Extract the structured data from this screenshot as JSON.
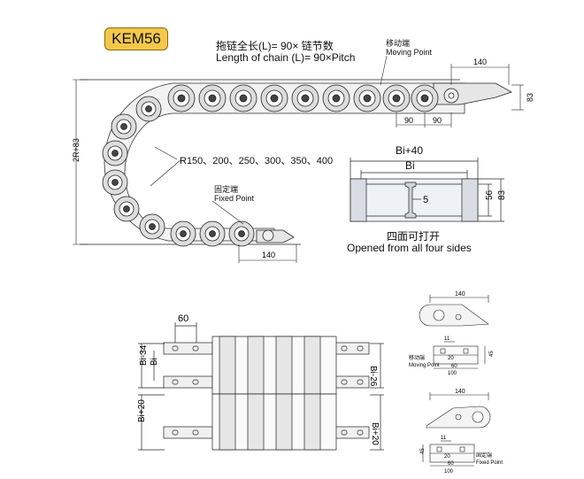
{
  "model": "KEM56",
  "formula_cn": "拖链全长(L)= 90× 链节数",
  "formula_en": "Length of chain (L)= 90×Pitch",
  "moving_cn": "移动端",
  "moving_en": "Moving Point",
  "fixed_cn": "固定端",
  "fixed_en": "Fixed Point",
  "radius_text": "R150、200、250、300、350、400",
  "height_label": "2R+83",
  "dim_140": "140",
  "dim_83": "83",
  "dim_90": "90",
  "dim_56": "56",
  "dim_5": "5",
  "bi40": "Bi+40",
  "bi": "Bi",
  "opened_cn": "四面可打开",
  "opened_en": "Opened from all four sides",
  "dim_60": "60",
  "bi34": "Bi-34",
  "bi26": "Bi-26",
  "bi20": "Bi+20",
  "small": {
    "d11": "11",
    "d20": "20",
    "d60": "60",
    "d100": "100",
    "d45": "45",
    "d140": "140"
  }
}
